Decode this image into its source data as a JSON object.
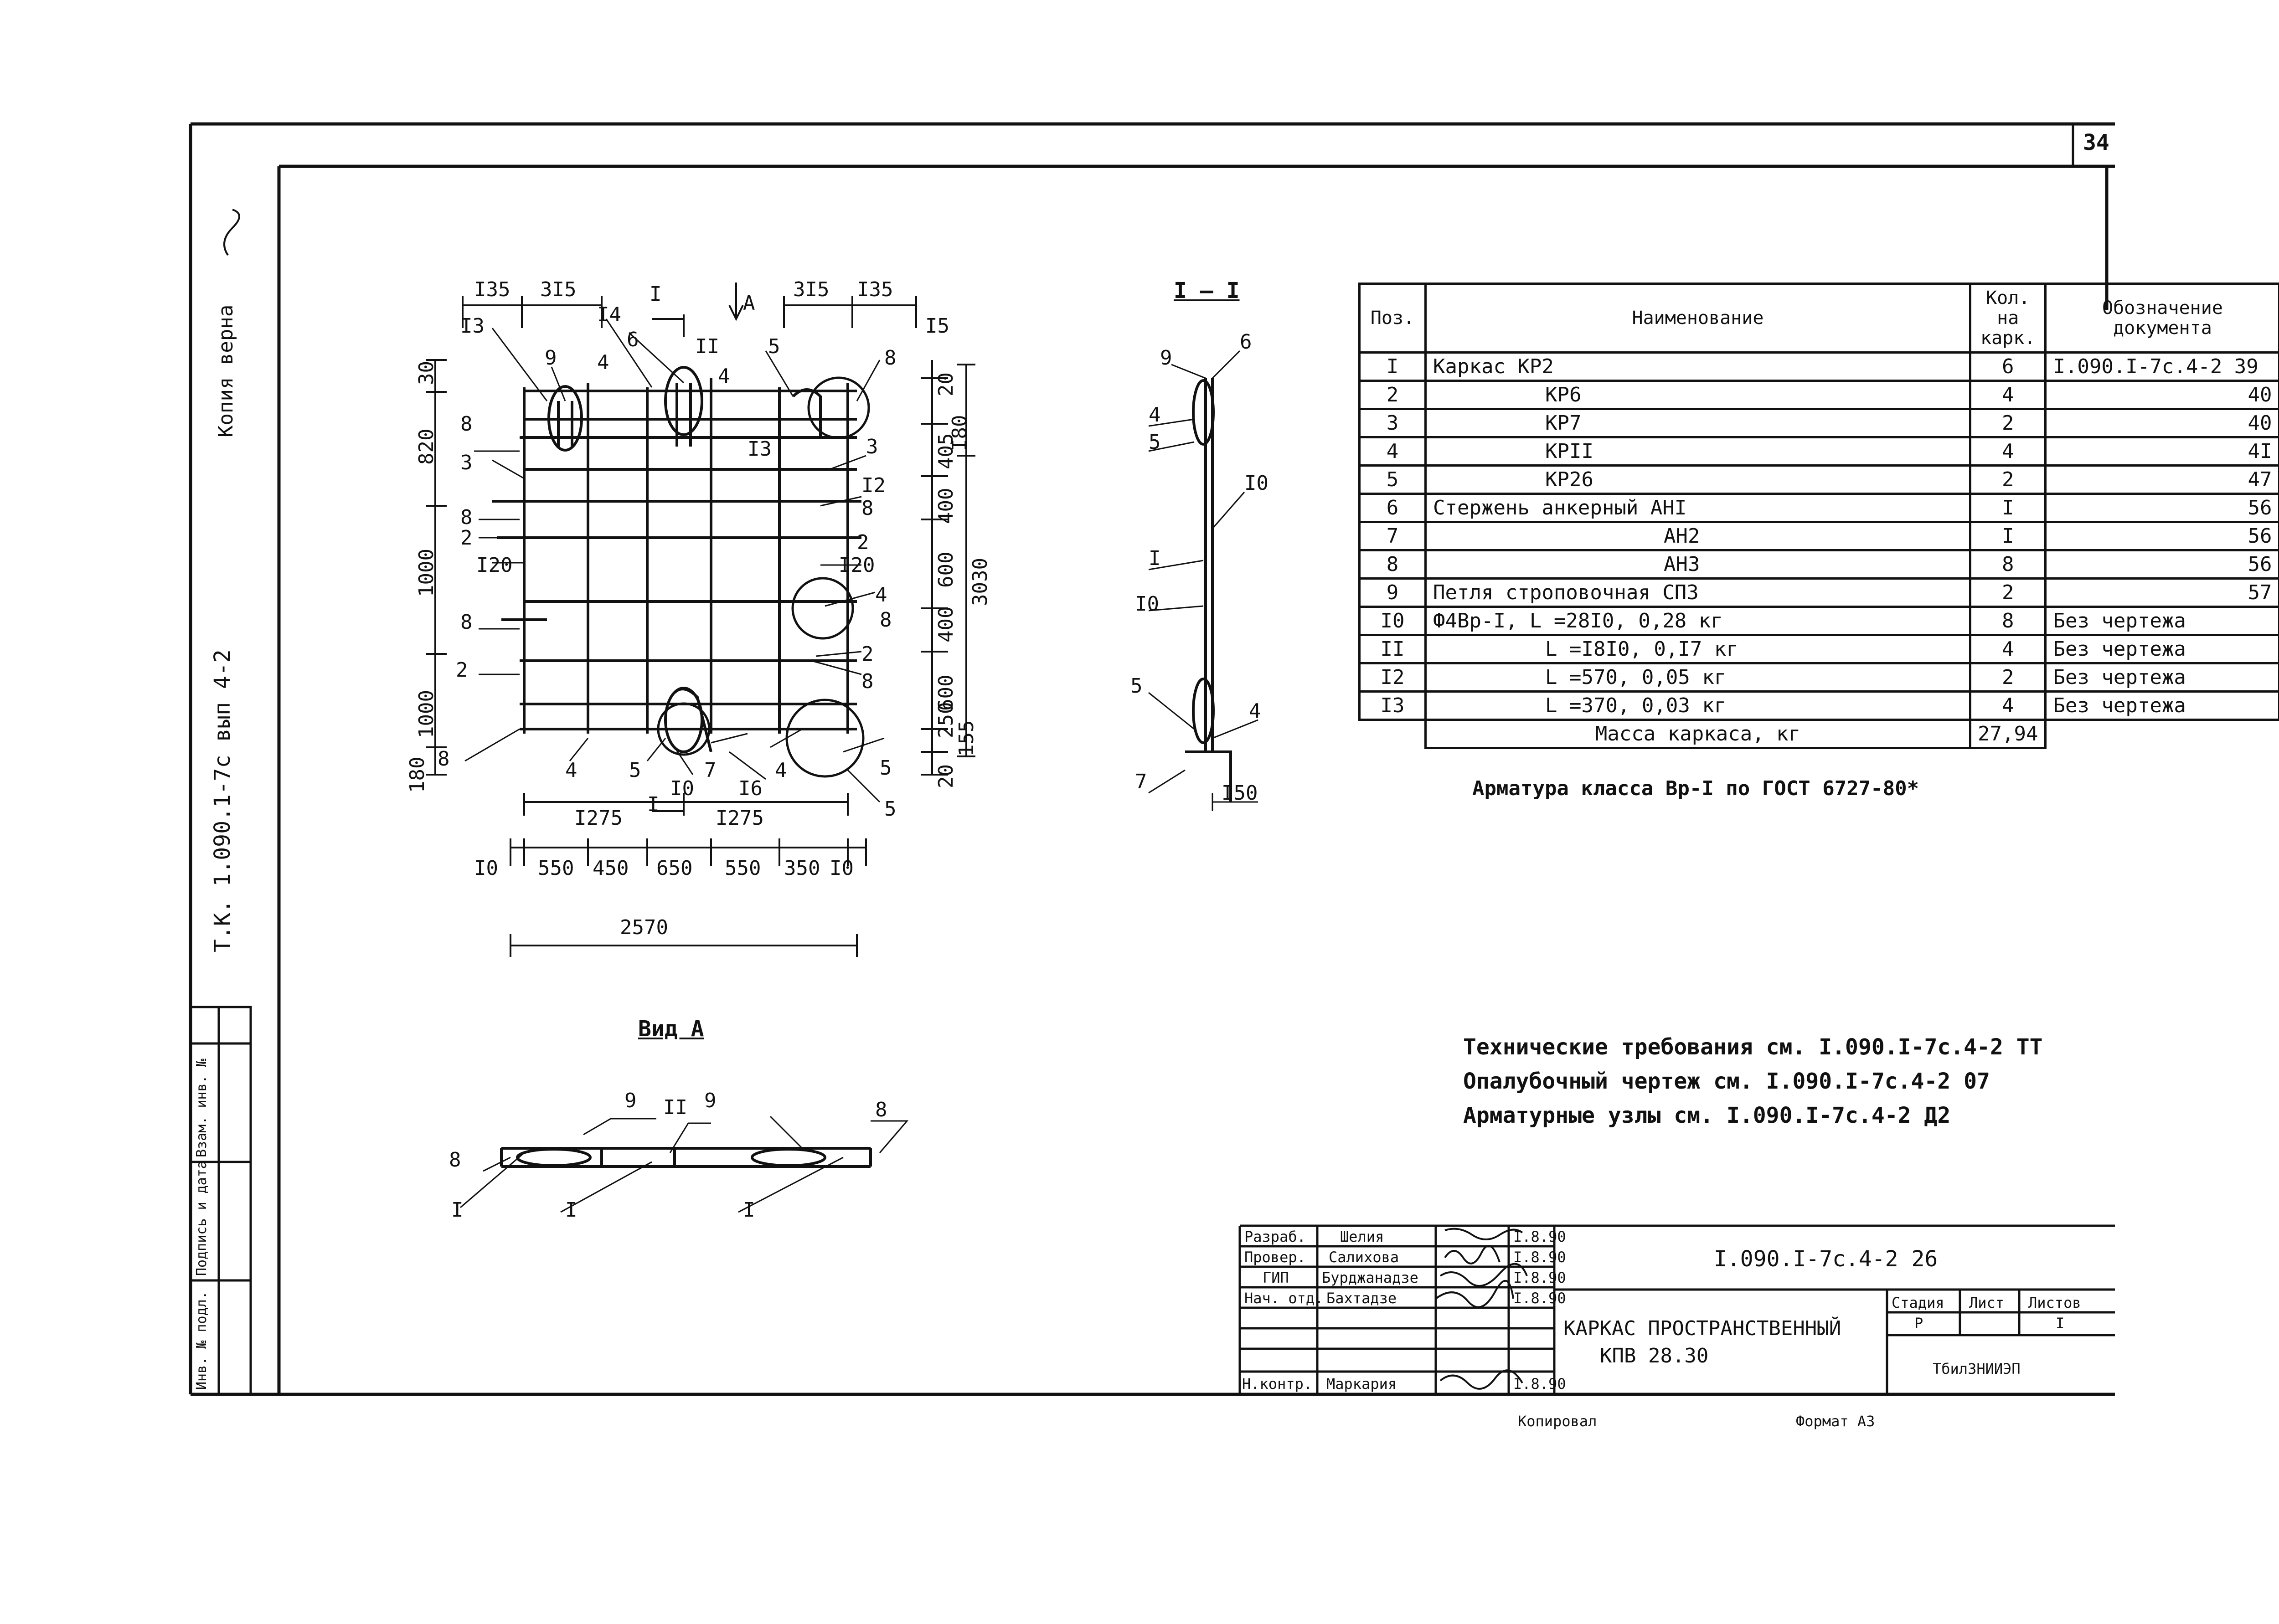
{
  "sheet": {
    "sheet_number": "34",
    "series_code_rotated": "Т.К. 1.090.1-7с  вып 4-2",
    "copy_note_rotated": "Копия верна",
    "format": "Формат А3",
    "copied_by": "Копировал"
  },
  "left_strip": {
    "labels": [
      "Инв. № подл.",
      "Подпись и дата",
      "Взам. инв. №"
    ]
  },
  "plan_view": {
    "section_cut_label": "I",
    "view_arrow_label": "A",
    "top_dims": [
      "I35",
      "3I5",
      "3I5",
      "I35"
    ],
    "left_dims": [
      "30",
      "820",
      "1000",
      "1000",
      "180"
    ],
    "right_dims": [
      "20",
      "405",
      "400",
      "600",
      "400",
      "600",
      "250",
      "155",
      "20"
    ],
    "right_outer_dims": [
      "I80",
      "3030"
    ],
    "bottom_dims_row1": [
      "I275",
      "I275"
    ],
    "bottom_dims_row2": [
      "I0",
      "550",
      "450",
      "650",
      "550",
      "350",
      "I0"
    ],
    "overall_width": "2570",
    "callouts": [
      "I3",
      "9",
      "I4",
      "6",
      "II",
      "5",
      "8",
      "I5",
      "4",
      "4",
      "8",
      "3",
      "I3",
      "3",
      "I2",
      "8",
      "8",
      "2",
      "I20",
      "I20",
      "2",
      "4",
      "8",
      "8",
      "2",
      "2",
      "8",
      "4",
      "5",
      "I0",
      "7",
      "I6",
      "4",
      "5",
      "5",
      "8"
    ]
  },
  "section_view": {
    "title": "I – I",
    "callouts": [
      "9",
      "6",
      "4",
      "5",
      "I0",
      "I",
      "I0",
      "5",
      "4",
      "7"
    ],
    "dim": "I50"
  },
  "view_a": {
    "title": "Вид А",
    "callouts": [
      "9",
      "II",
      "9",
      "8",
      "8",
      "I",
      "I",
      "I"
    ]
  },
  "spec_table": {
    "headers": [
      "Поз.",
      "Наименование",
      "Кол. на карк.",
      "Обозначение документа"
    ],
    "rows": [
      {
        "pos": "I",
        "name": "Каркас КР2",
        "qty": "6",
        "doc": "I.090.I-7с.4-2 39"
      },
      {
        "pos": "2",
        "name": "КР6",
        "qty": "4",
        "doc": "40"
      },
      {
        "pos": "3",
        "name": "КР7",
        "qty": "2",
        "doc": "40"
      },
      {
        "pos": "4",
        "name": "КРII",
        "qty": "4",
        "doc": "4I"
      },
      {
        "pos": "5",
        "name": "КР26",
        "qty": "2",
        "doc": "47"
      },
      {
        "pos": "6",
        "name": "Стержень анкерный  АНI",
        "qty": "I",
        "doc": "56"
      },
      {
        "pos": "7",
        "name": "АН2",
        "qty": "I",
        "doc": "56"
      },
      {
        "pos": "8",
        "name": "АН3",
        "qty": "8",
        "doc": "56"
      },
      {
        "pos": "9",
        "name": "Петля строповочная СП3",
        "qty": "2",
        "doc": "57"
      },
      {
        "pos": "I0",
        "name": "Ф4Вр-I,  L =28I0, 0,28 кг",
        "qty": "8",
        "doc": "Без чертежа"
      },
      {
        "pos": "II",
        "name": "L =I8I0, 0,I7 кг",
        "qty": "4",
        "doc": "Без чертежа"
      },
      {
        "pos": "I2",
        "name": "L =570,  0,05 кг",
        "qty": "2",
        "doc": "Без чертежа"
      },
      {
        "pos": "I3",
        "name": "L =370,  0,03 кг",
        "qty": "4",
        "doc": "Без чертежа"
      }
    ],
    "mass_label": "Масса каркаса, кг",
    "mass_value": "27,94",
    "note": "Арматура класса Вр-I по ГОСТ 6727-80*"
  },
  "notes": [
    "Технические требования см. I.090.I-7с.4-2 ТТ",
    "Опалубочный чертеж см. I.090.I-7с.4-2 07",
    "Арматурные узлы см. I.090.I-7с.4-2 Д2"
  ],
  "title_block": {
    "signatures": [
      {
        "role": "Разраб.",
        "name": "Шелия",
        "date": "I.8.90"
      },
      {
        "role": "Провер.",
        "name": "Салихова",
        "date": "I.8.90"
      },
      {
        "role": "ГИП",
        "name": "Бурджанадзе",
        "date": "I.8.90"
      },
      {
        "role": "Нач. отд.",
        "name": "Бахтадзе",
        "date": "I.8.90"
      },
      {
        "role": "",
        "name": "",
        "date": ""
      },
      {
        "role": "",
        "name": "",
        "date": ""
      },
      {
        "role": "Н.контр.",
        "name": "Маркария",
        "date": "I.8.90"
      }
    ],
    "doc_code": "I.090.I-7с.4-2 26",
    "title_line1": "КАРКАС ПРОСТРАНСТВЕННЫЙ",
    "title_line2": "КПВ 28.30",
    "stage_label": "Стадия",
    "sheet_label": "Лист",
    "sheets_label": "Листов",
    "stage_value": "Р",
    "sheets_value": "I",
    "org": "ТбилЗНИИЭП"
  }
}
